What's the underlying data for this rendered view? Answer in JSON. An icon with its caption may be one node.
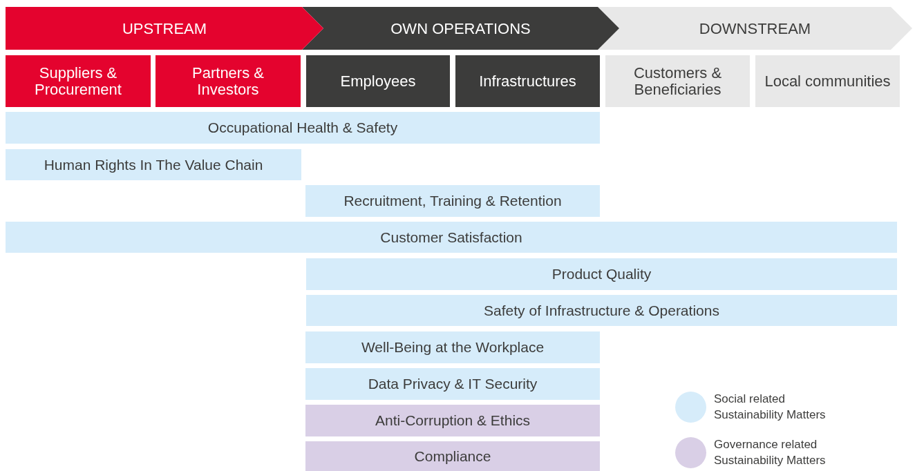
{
  "diagram": {
    "nodes": [
      {
        "text": [
          "UPSTREAM"
        ]
      },
      {
        "text": [
          "OWN OPERATIONS"
        ]
      },
      {
        "text": [
          "DOWNSTREAM"
        ]
      },
      {
        "text": [
          "Suppliers & Procurement"
        ]
      },
      {
        "text": [
          "Partners & Investors"
        ]
      },
      {
        "text": [
          "Employees"
        ]
      },
      {
        "text": [
          "Infrastructures"
        ]
      },
      {
        "text": [
          "Customers & Beneficiaries"
        ]
      },
      {
        "text": [
          "Local communities"
        ]
      },
      {
        "text": [
          "Occupational Health & Safety"
        ]
      },
      {
        "text": [
          "Human Rights In The Value Chain"
        ]
      },
      {
        "text": [
          "Recruitment, Training & Retention"
        ]
      },
      {
        "text": [
          "Customer Satisfaction"
        ]
      },
      {
        "text": [
          "Product Quality"
        ]
      },
      {
        "text": [
          "Safety of Infrastructure & Operations"
        ]
      },
      {
        "text": [
          "Well-Being at the Workplace"
        ]
      },
      {
        "text": [
          "Data Privacy & IT Security"
        ]
      },
      {
        "text": [
          "Anti-Corruption & Ethics"
        ]
      },
      {
        "text": [
          "Compliance"
        ]
      }
    ],
    "legend": [
      {
        "text": "Social related Sustainability Matters",
        "color": "#d6ecfa"
      },
      {
        "text": "Governance related Sustainability Matters",
        "color": "#d9cfe6"
      }
    ]
  }
}
